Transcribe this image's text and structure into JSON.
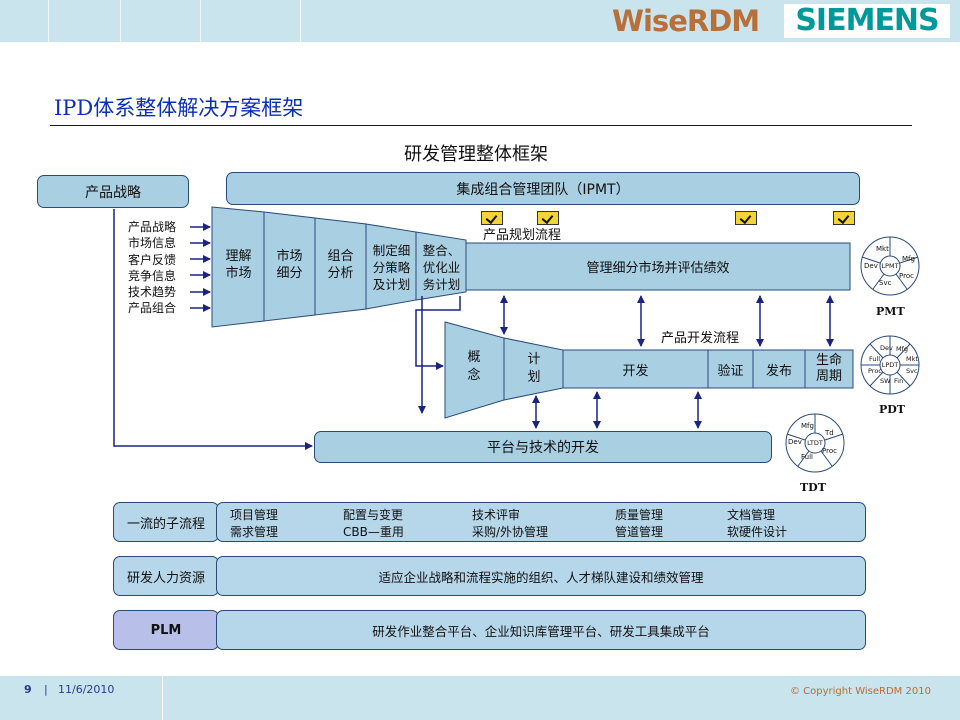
{
  "header": {
    "logo_wise": "WiseRDM",
    "logo_siemens": "SIEMENS"
  },
  "page_title": "IPD体系整体解决方案框架",
  "diagram_title": "研发管理整体框架",
  "top": {
    "strategy_box": "产品战略",
    "ipmt_box": "集成组合管理团队（IPMT）"
  },
  "inputs": [
    "产品战略",
    "市场信息",
    "客户反馈",
    "竞争信息",
    "技术趋势",
    "产品组合"
  ],
  "funnel_steps": [
    "理解\n市场",
    "市场\n细分",
    "组合\n分析",
    "制定细\n分策略\n及计划",
    "整合、\n优化业\n务计划"
  ],
  "portfolio": {
    "flow_label": "产品规划流程",
    "bar": "管理细分市场并评估绩效"
  },
  "development": {
    "flow_label": "产品开发流程",
    "steps": [
      "概\n念",
      "计\n划",
      "开发",
      "验证",
      "发布",
      "生命\n周期"
    ]
  },
  "platform": "平台与技术的开发",
  "teams": {
    "pmt": {
      "label": "PMT",
      "center": "LPMT",
      "segments": [
        "Mkt",
        "Mfg",
        "Proc",
        "Svc",
        "Dev"
      ]
    },
    "pdt": {
      "label": "PDT",
      "center": "LPDT",
      "segments": [
        "Dev",
        "Mfg",
        "Mkt",
        "Svc",
        "Fin",
        "SW",
        "Proc",
        "Full"
      ]
    },
    "tdt": {
      "label": "TDT",
      "center": "LTDT",
      "segments": [
        "Mfg",
        "Td",
        "Proc",
        "Full",
        "Dev"
      ]
    }
  },
  "rows": [
    {
      "label": "一流的子流程",
      "items": [
        "项目管理",
        "配置与变更",
        "技术评审",
        "质量管理",
        "文档管理",
        "需求管理",
        "CBB—重用",
        "采购/外协管理",
        "管道管理",
        "软硬件设计"
      ]
    },
    {
      "label": "研发人力资源",
      "text": "适应企业战略和流程实施的组织、人才梯队建设和绩效管理"
    },
    {
      "label": "PLM",
      "text": "研发作业整合平台、企业知识库管理平台、研发工具集成平台"
    }
  ],
  "footer": {
    "page": "9",
    "separator": "|",
    "date": "11/6/2010",
    "copyright": "© Copyright  WiseRDM 2010"
  },
  "colors": {
    "box_fill": "#a9cfe2",
    "outline": "#2a4a7a",
    "arrow": "#1a237e",
    "title_blue": "#0b2fb3",
    "band": "#c9e4ec",
    "check": "#f3d33a"
  }
}
